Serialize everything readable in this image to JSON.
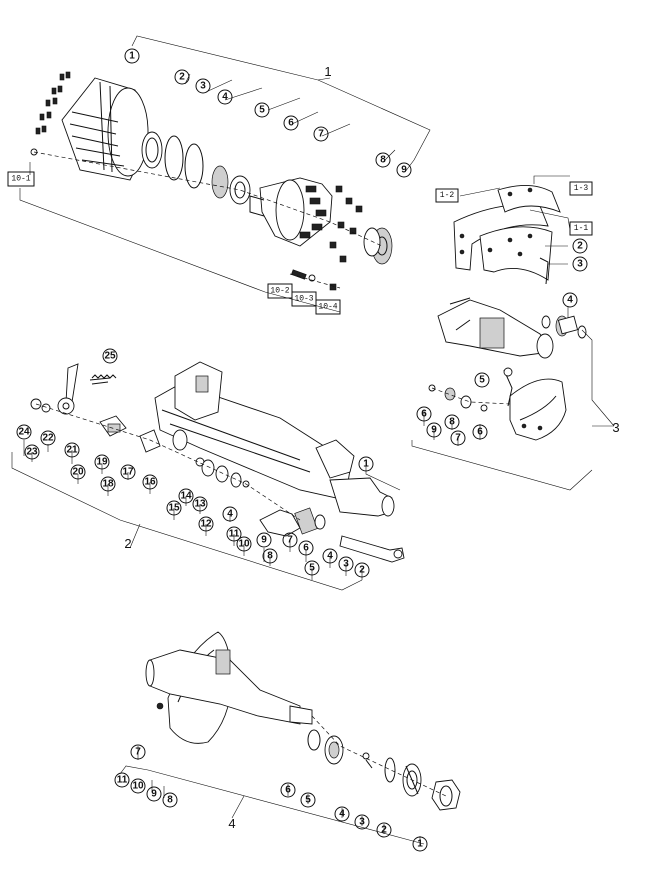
{
  "groups": {
    "g1": {
      "label": "1",
      "callouts": [
        "1",
        "2",
        "3",
        "4",
        "5",
        "6",
        "7",
        "8",
        "9"
      ],
      "boxes": [
        "10-1",
        "10-2",
        "10-3",
        "10-4"
      ]
    },
    "g2": {
      "label": "2",
      "callouts_top": [
        "25",
        "24",
        "22",
        "23",
        "21",
        "20",
        "19",
        "18",
        "17",
        "16",
        "15",
        "14",
        "13",
        "12",
        "4",
        "11",
        "10",
        "9",
        "8",
        "7",
        "6",
        "5",
        "4",
        "3",
        "2",
        "1"
      ]
    },
    "g3": {
      "label": "3",
      "boxes": [
        "1-2",
        "1-3",
        "1-1"
      ],
      "callouts": [
        "2",
        "3",
        "4",
        "5",
        "6",
        "9",
        "8",
        "7",
        "6"
      ]
    },
    "g4": {
      "label": "4",
      "callouts": [
        "7",
        "11",
        "10",
        "9",
        "8",
        "6",
        "5",
        "4",
        "3",
        "2",
        "1"
      ]
    }
  }
}
